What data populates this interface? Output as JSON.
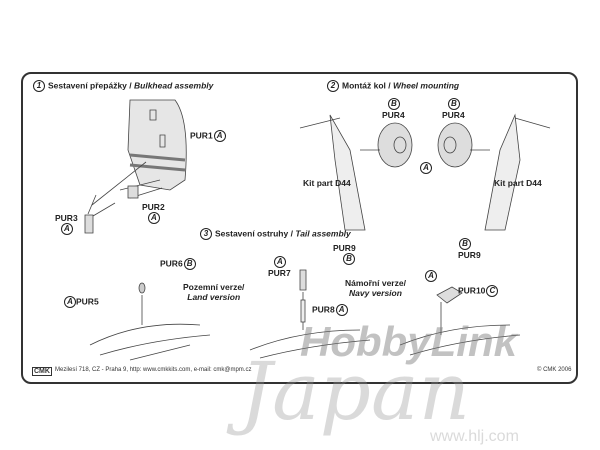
{
  "sections": {
    "s1": {
      "num": "1",
      "title": "Sestavení přepážky / ",
      "title_en": "Bulkhead assembly"
    },
    "s2": {
      "num": "2",
      "title": "Montáž kol / ",
      "title_en": "Wheel mounting"
    },
    "s3": {
      "num": "3",
      "title": "Sestavení ostruhy / ",
      "title_en": "Tail assembly"
    }
  },
  "parts": {
    "pur1": "PUR1",
    "pur2": "PUR2",
    "pur3": "PUR3",
    "pur4": "PUR4",
    "pur5": "PUR5",
    "pur6": "PUR6",
    "pur7": "PUR7",
    "pur8": "PUR8",
    "pur9": "PUR9",
    "pur10": "PUR10",
    "a": "A",
    "b": "B",
    "c": "C",
    "kit_part": "Kit part D44"
  },
  "versions": {
    "land_cz": "Pozemní verze/",
    "land_en": "Land version",
    "navy_cz": "Námořní verze/",
    "navy_en": "Navy version"
  },
  "footer": {
    "logo": "CMK",
    "address": "Mezilesí 718, CZ - Praha 9,  http: www.cmkkits.com, e-mail: cmk@mpm.cz",
    "copyright": "© CMK 2006"
  },
  "watermark": {
    "brand": "HobbyLink",
    "script": "Japan",
    "url": "www.hlj.com"
  }
}
